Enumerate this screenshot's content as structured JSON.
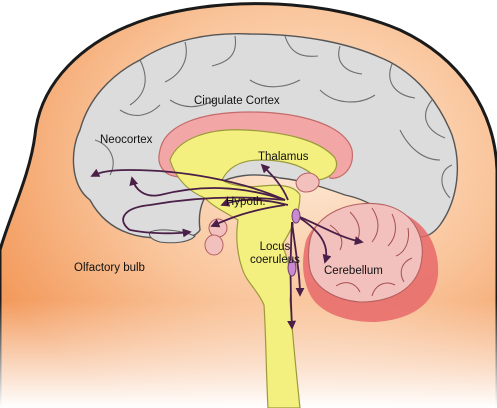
{
  "labels": {
    "cingulate_cortex": "Cingulate Cortex",
    "neocortex": "Neocortex",
    "thalamus": "Thalamus",
    "hypothalamus": "Hypoth.",
    "locus_coeruleus_line1": "Locus",
    "locus_coeruleus_line2": "coeruleus",
    "olfactory_bulb": "Olfactory bulb",
    "cerebellum": "Cerebellum"
  },
  "colors": {
    "skin_light": "#fbe3cc",
    "skin_dark": "#f6a36a",
    "cortex_fill": "#dcdcdc",
    "cortex_stroke": "#555555",
    "corpus_callosum": "#f3a6a6",
    "thalamus_yellow": "#f4f080",
    "cerebellum_pink": "#f2c1bd",
    "cerebellum_red": "#e8686a",
    "pathway": "#4a1f48",
    "nucleus": "#c98ad0"
  }
}
